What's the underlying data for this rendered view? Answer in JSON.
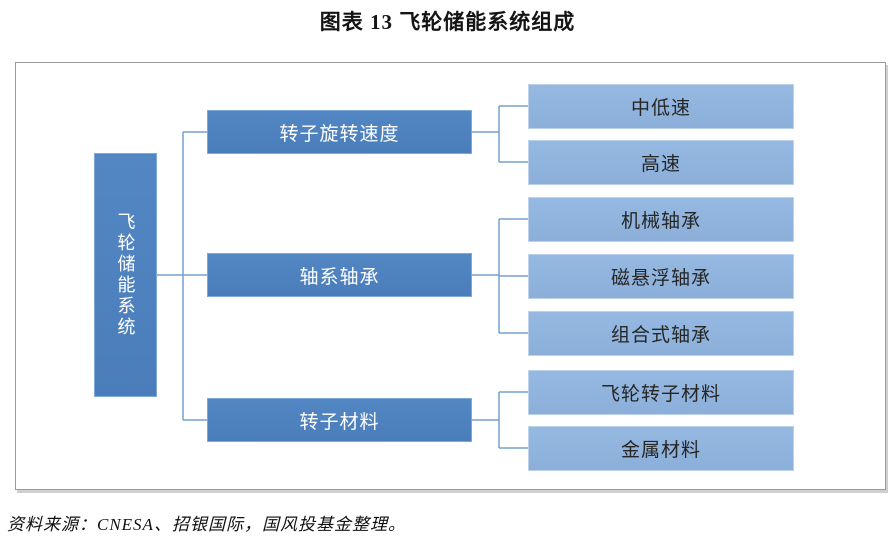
{
  "title": "图表 13 飞轮储能系统组成",
  "source": "资料来源：CNESA、招银国际，国风投基金整理。",
  "colors": {
    "branch_fill": "#4e81bd",
    "leaf_fill": "#90b4dc",
    "connector": "#74a0cd",
    "branch_text": "#ffffff",
    "leaf_text": "#262626",
    "frame_border": "#9b9b9b"
  },
  "tree": {
    "root": {
      "label": "飞轮储能系统"
    },
    "branches": [
      {
        "label": "转子旋转速度",
        "children": [
          {
            "label": "中低速"
          },
          {
            "label": "高速"
          }
        ]
      },
      {
        "label": "轴系轴承",
        "children": [
          {
            "label": "机械轴承"
          },
          {
            "label": "磁悬浮轴承"
          },
          {
            "label": "组合式轴承"
          }
        ]
      },
      {
        "label": "转子材料",
        "children": [
          {
            "label": "飞轮转子材料"
          },
          {
            "label": "金属材料"
          }
        ]
      }
    ]
  }
}
